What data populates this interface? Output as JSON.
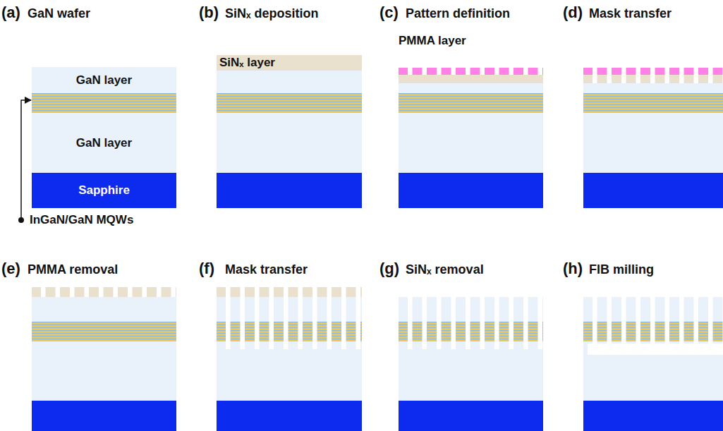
{
  "diagram": {
    "nodes": [
      {
        "text": [
          "GaN layer"
        ]
      },
      {
        "text": [
          "GaN layer"
        ]
      },
      {
        "text": [
          "Sapphire"
        ]
      },
      {
        "text": [
          "SiNₓ layer"
        ]
      }
    ],
    "labels": [
      "(a)",
      "GaN wafer",
      "(b)",
      "SiNₓ deposition",
      "(c)",
      "Pattern definition",
      "PMMA layer",
      "(d)",
      "Mask transfer",
      "InGaN/GaN MQWs",
      "(e)",
      "PMMA removal",
      "(f)",
      "Mask transfer",
      "(g)",
      "SiNₓ removal",
      "(h)",
      "FIB milling"
    ]
  }
}
